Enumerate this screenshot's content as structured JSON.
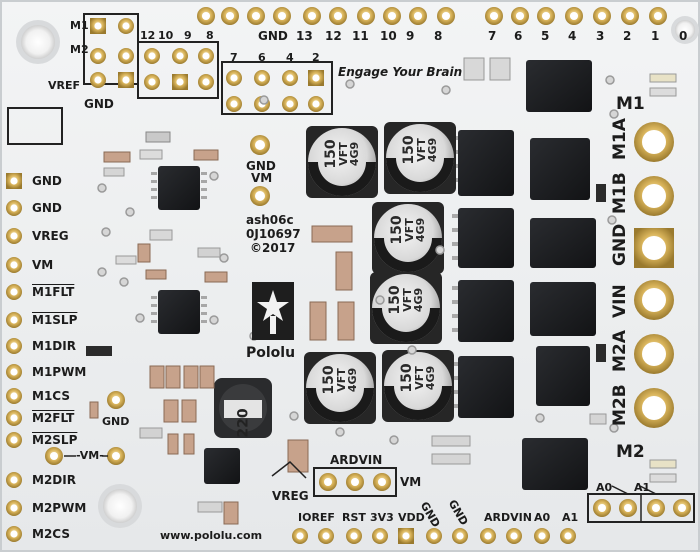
{
  "board": {
    "brand": "Pololu",
    "tagline": "Engage Your Brain",
    "website": "www.pololu.com",
    "id_lines": [
      "ash06c",
      "0J10697",
      "©2017"
    ],
    "center_pins": [
      "GND",
      "VM"
    ],
    "gnd_label": "GND"
  },
  "top_header": {
    "left_labels": [
      "GND",
      "13",
      "12",
      "11",
      "10",
      "9",
      "8"
    ],
    "right_labels": [
      "7",
      "6",
      "5",
      "4",
      "3",
      "2",
      "1",
      "0"
    ]
  },
  "jumper_block": {
    "side_labels": [
      "M1",
      "M2",
      "VREF"
    ],
    "gnd_label": "GND",
    "row1_numbers": [
      "12",
      "10",
      "9",
      "8"
    ],
    "row2_numbers": [
      "7",
      "6",
      "4",
      "2"
    ]
  },
  "left_pins": [
    "GND",
    "GND",
    "VREG",
    "VM",
    "M1FLT",
    "M1SLP",
    "M1DIR",
    "M1PWM",
    "M1CS",
    "M2FLT",
    "M2SLP",
    "M2DIR",
    "M2PWM",
    "M2CS"
  ],
  "left_overlined": [
    "M1FLT",
    "M1SLP",
    "M2FLT",
    "M2SLP"
  ],
  "mid_left": {
    "vm_label": "-VM-",
    "gnd_label": "GND"
  },
  "right_terminals": {
    "heading_top": "M1",
    "labels": [
      "M1A",
      "M1B",
      "GND",
      "VIN",
      "M2A",
      "M2B"
    ],
    "heading_bottom": "M2"
  },
  "ardvin_block": {
    "title": "ARDVIN",
    "vm_label": "VM",
    "vreg_label": "VREG"
  },
  "bottom_labels": [
    "IOREF",
    "RST",
    "3V3",
    "VDD",
    "GND",
    "GND",
    "ARDVIN",
    "A0",
    "A1"
  ],
  "analog_block": [
    "A0",
    "A1"
  ],
  "inductor_code": "220",
  "capacitors": [
    {
      "top": "150",
      "mid": "VFT",
      "bot": "4G9"
    },
    {
      "top": "150",
      "mid": "VFT",
      "bot": "4G9"
    },
    {
      "top": "150",
      "mid": "VFT",
      "bot": "4G9"
    },
    {
      "top": "150",
      "mid": "VFT",
      "bot": "4G9"
    },
    {
      "top": "150",
      "mid": "VFT",
      "bot": "4G9"
    },
    {
      "top": "150",
      "mid": "VFT",
      "bot": "4G9"
    }
  ],
  "colors": {
    "board": "#eceeef",
    "pad_gold": "#c9a24a",
    "chip": "#1d1f22",
    "silk": "#1c1c1c"
  }
}
